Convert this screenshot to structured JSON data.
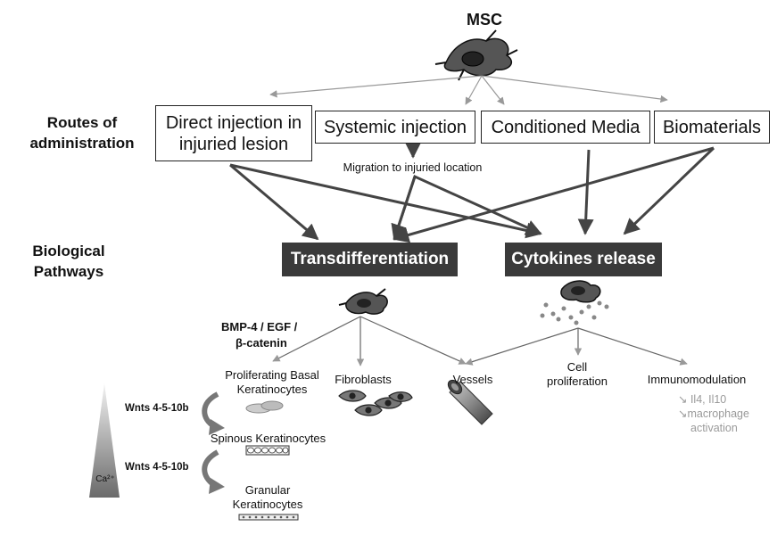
{
  "title": "MSC",
  "left_labels": {
    "routes": "Routes of administration",
    "pathways": "Biological Pathways"
  },
  "routes": {
    "direct": "Direct injection in injuried lesion",
    "systemic": "Systemic injection",
    "conditioned": "Conditioned Media",
    "biomaterials": "Biomaterials"
  },
  "migration": "Migration to injuried location",
  "pathways": {
    "trans": "Transdifferentiation",
    "cyto": "Cytokines release"
  },
  "factors": "BMP-4 / EGF /",
  "factors2": "β-catenin",
  "outcomes": {
    "basal": "Proliferating Basal Keratinocytes",
    "fibro": "Fibroblasts",
    "vessels": "Vessels",
    "cellprolif": "Cell proliferation",
    "immuno": "Immunomodulation"
  },
  "immuno_detail": {
    "line1": "↘ Il4, Il10",
    "line2": "↘macrophage",
    "line3": "activation"
  },
  "keratinocytes": {
    "spinous": "Spinous Keratinocytes",
    "granular": "Granular Keratinocytes"
  },
  "wnts": "Wnts 4-5-10b",
  "calcium": "Ca²⁺"
}
